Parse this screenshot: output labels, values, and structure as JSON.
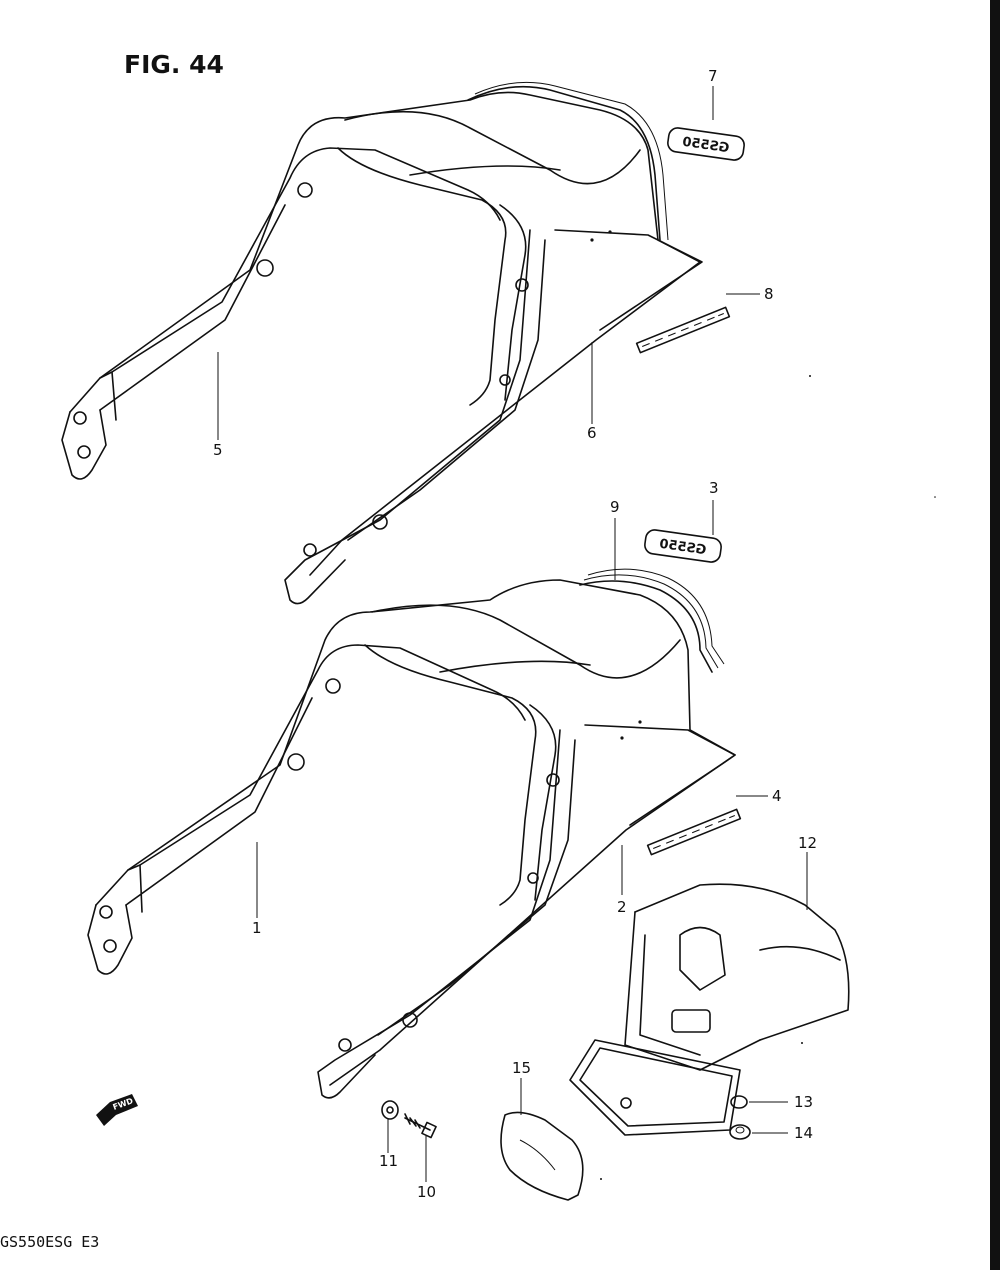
{
  "figure": {
    "title": "FIG. 44",
    "model_code": "GS550ESG E3"
  },
  "decal_text": "GS550",
  "fwd_label": "FWD",
  "callouts": [
    {
      "id": "c1",
      "label": "1"
    },
    {
      "id": "c2",
      "label": "2"
    },
    {
      "id": "c3",
      "label": "3"
    },
    {
      "id": "c4",
      "label": "4"
    },
    {
      "id": "c5",
      "label": "5"
    },
    {
      "id": "c6",
      "label": "6"
    },
    {
      "id": "c7",
      "label": "7"
    },
    {
      "id": "c8",
      "label": "8"
    },
    {
      "id": "c9",
      "label": "9"
    },
    {
      "id": "c10",
      "label": "10"
    },
    {
      "id": "c11",
      "label": "11"
    },
    {
      "id": "c12",
      "label": "12"
    },
    {
      "id": "c13",
      "label": "13"
    },
    {
      "id": "c14",
      "label": "14"
    },
    {
      "id": "c15",
      "label": "15"
    }
  ]
}
